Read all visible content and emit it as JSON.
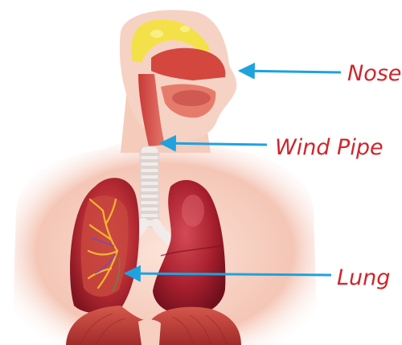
{
  "labels": {
    "nose": "Nose",
    "wind_pipe": "Wind Pipe",
    "lung": "Lung"
  },
  "colors": {
    "label_text": "#d2232a",
    "arrow": "#1fa2df",
    "skin": "#f6cfc0",
    "lung": "#b0222f",
    "trachea": "#f1ecea",
    "muscle": "#c8463e",
    "sinus": "#f4e14a",
    "bronchi": "#f2b632"
  }
}
